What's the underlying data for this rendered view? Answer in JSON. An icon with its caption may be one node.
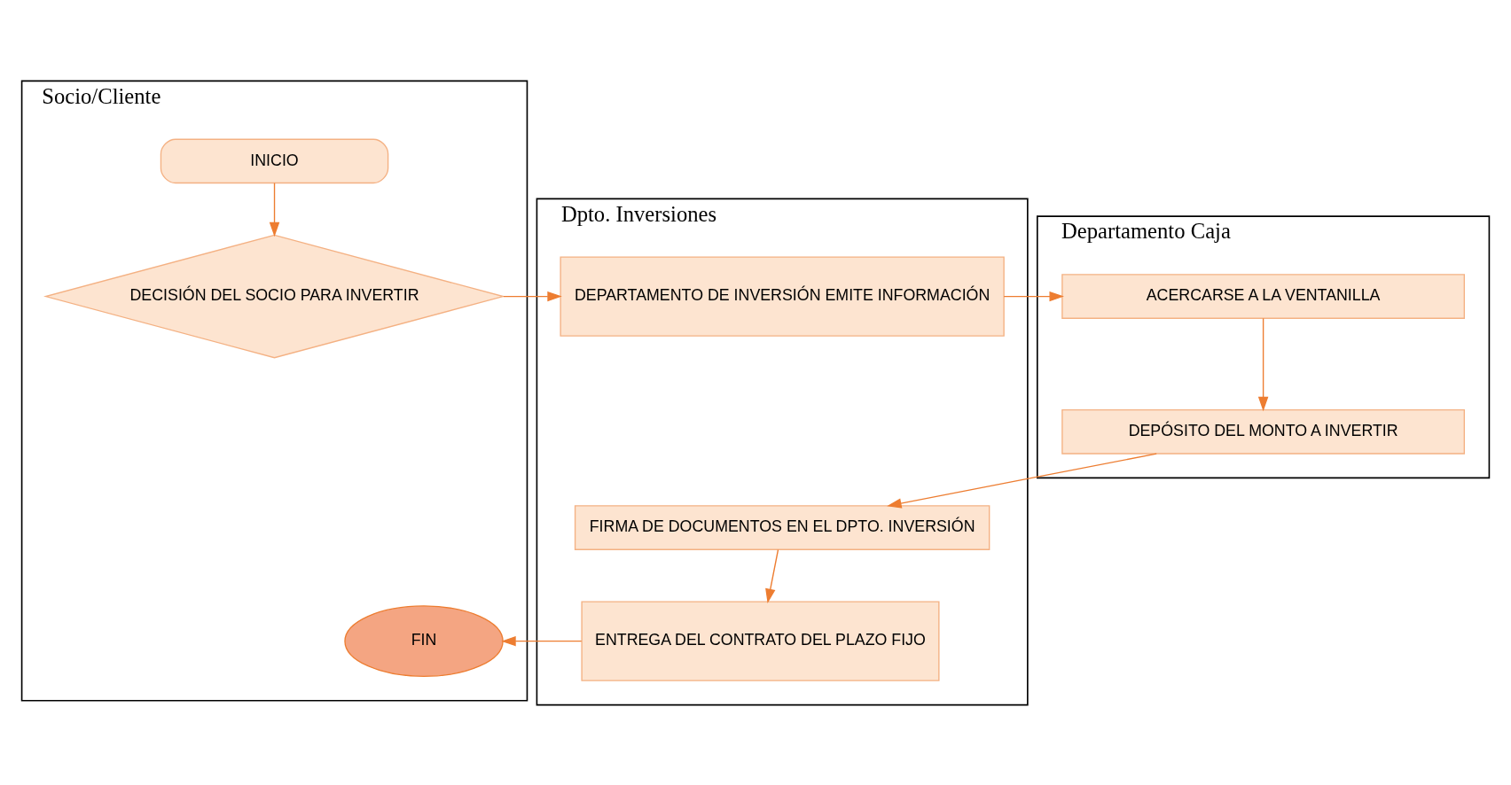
{
  "diagram": {
    "nodes": [
      {
        "text": [
          "Socio/Cliente"
        ]
      },
      {
        "text": [
          "Dpto. Inversiones"
        ]
      },
      {
        "text": [
          "Departamento Caja"
        ]
      },
      {
        "text": [
          "INICIO"
        ],
        "in": 0
      },
      {
        "text": [
          "DECISIÓN DEL SOCIO PARA INVERTIR"
        ],
        "in": 0
      },
      {
        "text": [
          "DEPARTAMENTO DE INVERSIÓN EMITE INFORMACIÓN"
        ],
        "in": 1
      },
      {
        "text": [
          "ACERCARSE A LA VENTANILLA"
        ],
        "in": 2
      },
      {
        "text": [
          "DEPÓSITO DEL MONTO A INVERTIR"
        ],
        "in": 2
      },
      {
        "text": [
          "FIRMA DE DOCUMENTOS EN EL DPTO. INVERSIÓN"
        ],
        "in": 1
      },
      {
        "text": [
          "ENTREGA DEL CONTRATO DEL PLAZO FIJO"
        ],
        "in": 1
      },
      {
        "text": [
          "FIN"
        ],
        "in": 0
      }
    ],
    "edges": [
      {
        "from": 3,
        "to": 4,
        "arrow": "to"
      },
      {
        "from": 4,
        "to": 5,
        "arrow": "to"
      },
      {
        "from": 5,
        "to": 6,
        "arrow": "to"
      },
      {
        "from": 6,
        "to": 7,
        "arrow": "to"
      },
      {
        "from": 7,
        "to": 8,
        "arrow": "to"
      },
      {
        "from": 8,
        "to": 9,
        "arrow": "to"
      },
      {
        "from": 9,
        "to": 10,
        "arrow": "to"
      }
    ]
  }
}
